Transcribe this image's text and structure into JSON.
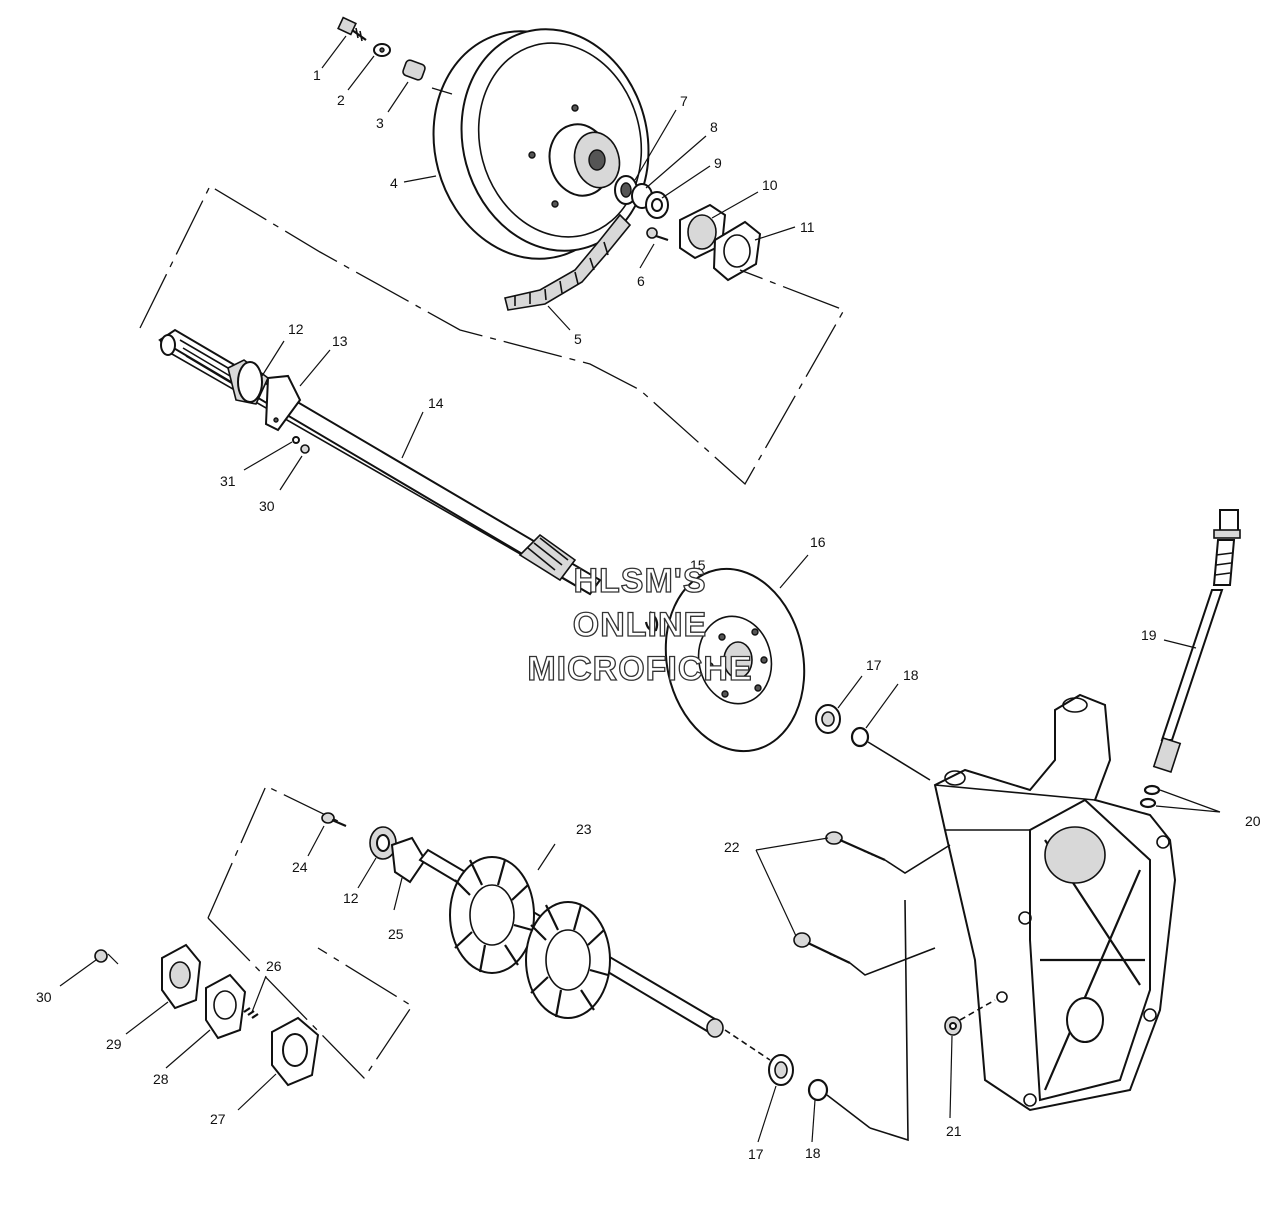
{
  "watermark": {
    "line1": "HLSM'S",
    "line2": "ONLINE",
    "line3": "MICROFICHE"
  },
  "callouts": {
    "c1": "1",
    "c2": "2",
    "c3": "3",
    "c4": "4",
    "c5": "5",
    "c6": "6",
    "c7": "7",
    "c8": "8",
    "c9": "9",
    "c10": "10",
    "c11": "11",
    "c12a": "12",
    "c13": "13",
    "c14": "14",
    "c15": "15",
    "c16": "16",
    "c17a": "17",
    "c18a": "18",
    "c19": "19",
    "c20": "20",
    "c22": "22",
    "c23": "23",
    "c24": "24",
    "c12b": "12",
    "c25": "25",
    "c26": "26",
    "c30a": "30",
    "c31": "31",
    "c30b": "30",
    "c29": "29",
    "c28": "28",
    "c27": "27",
    "c17b": "17",
    "c18b": "18",
    "c21": "21"
  }
}
